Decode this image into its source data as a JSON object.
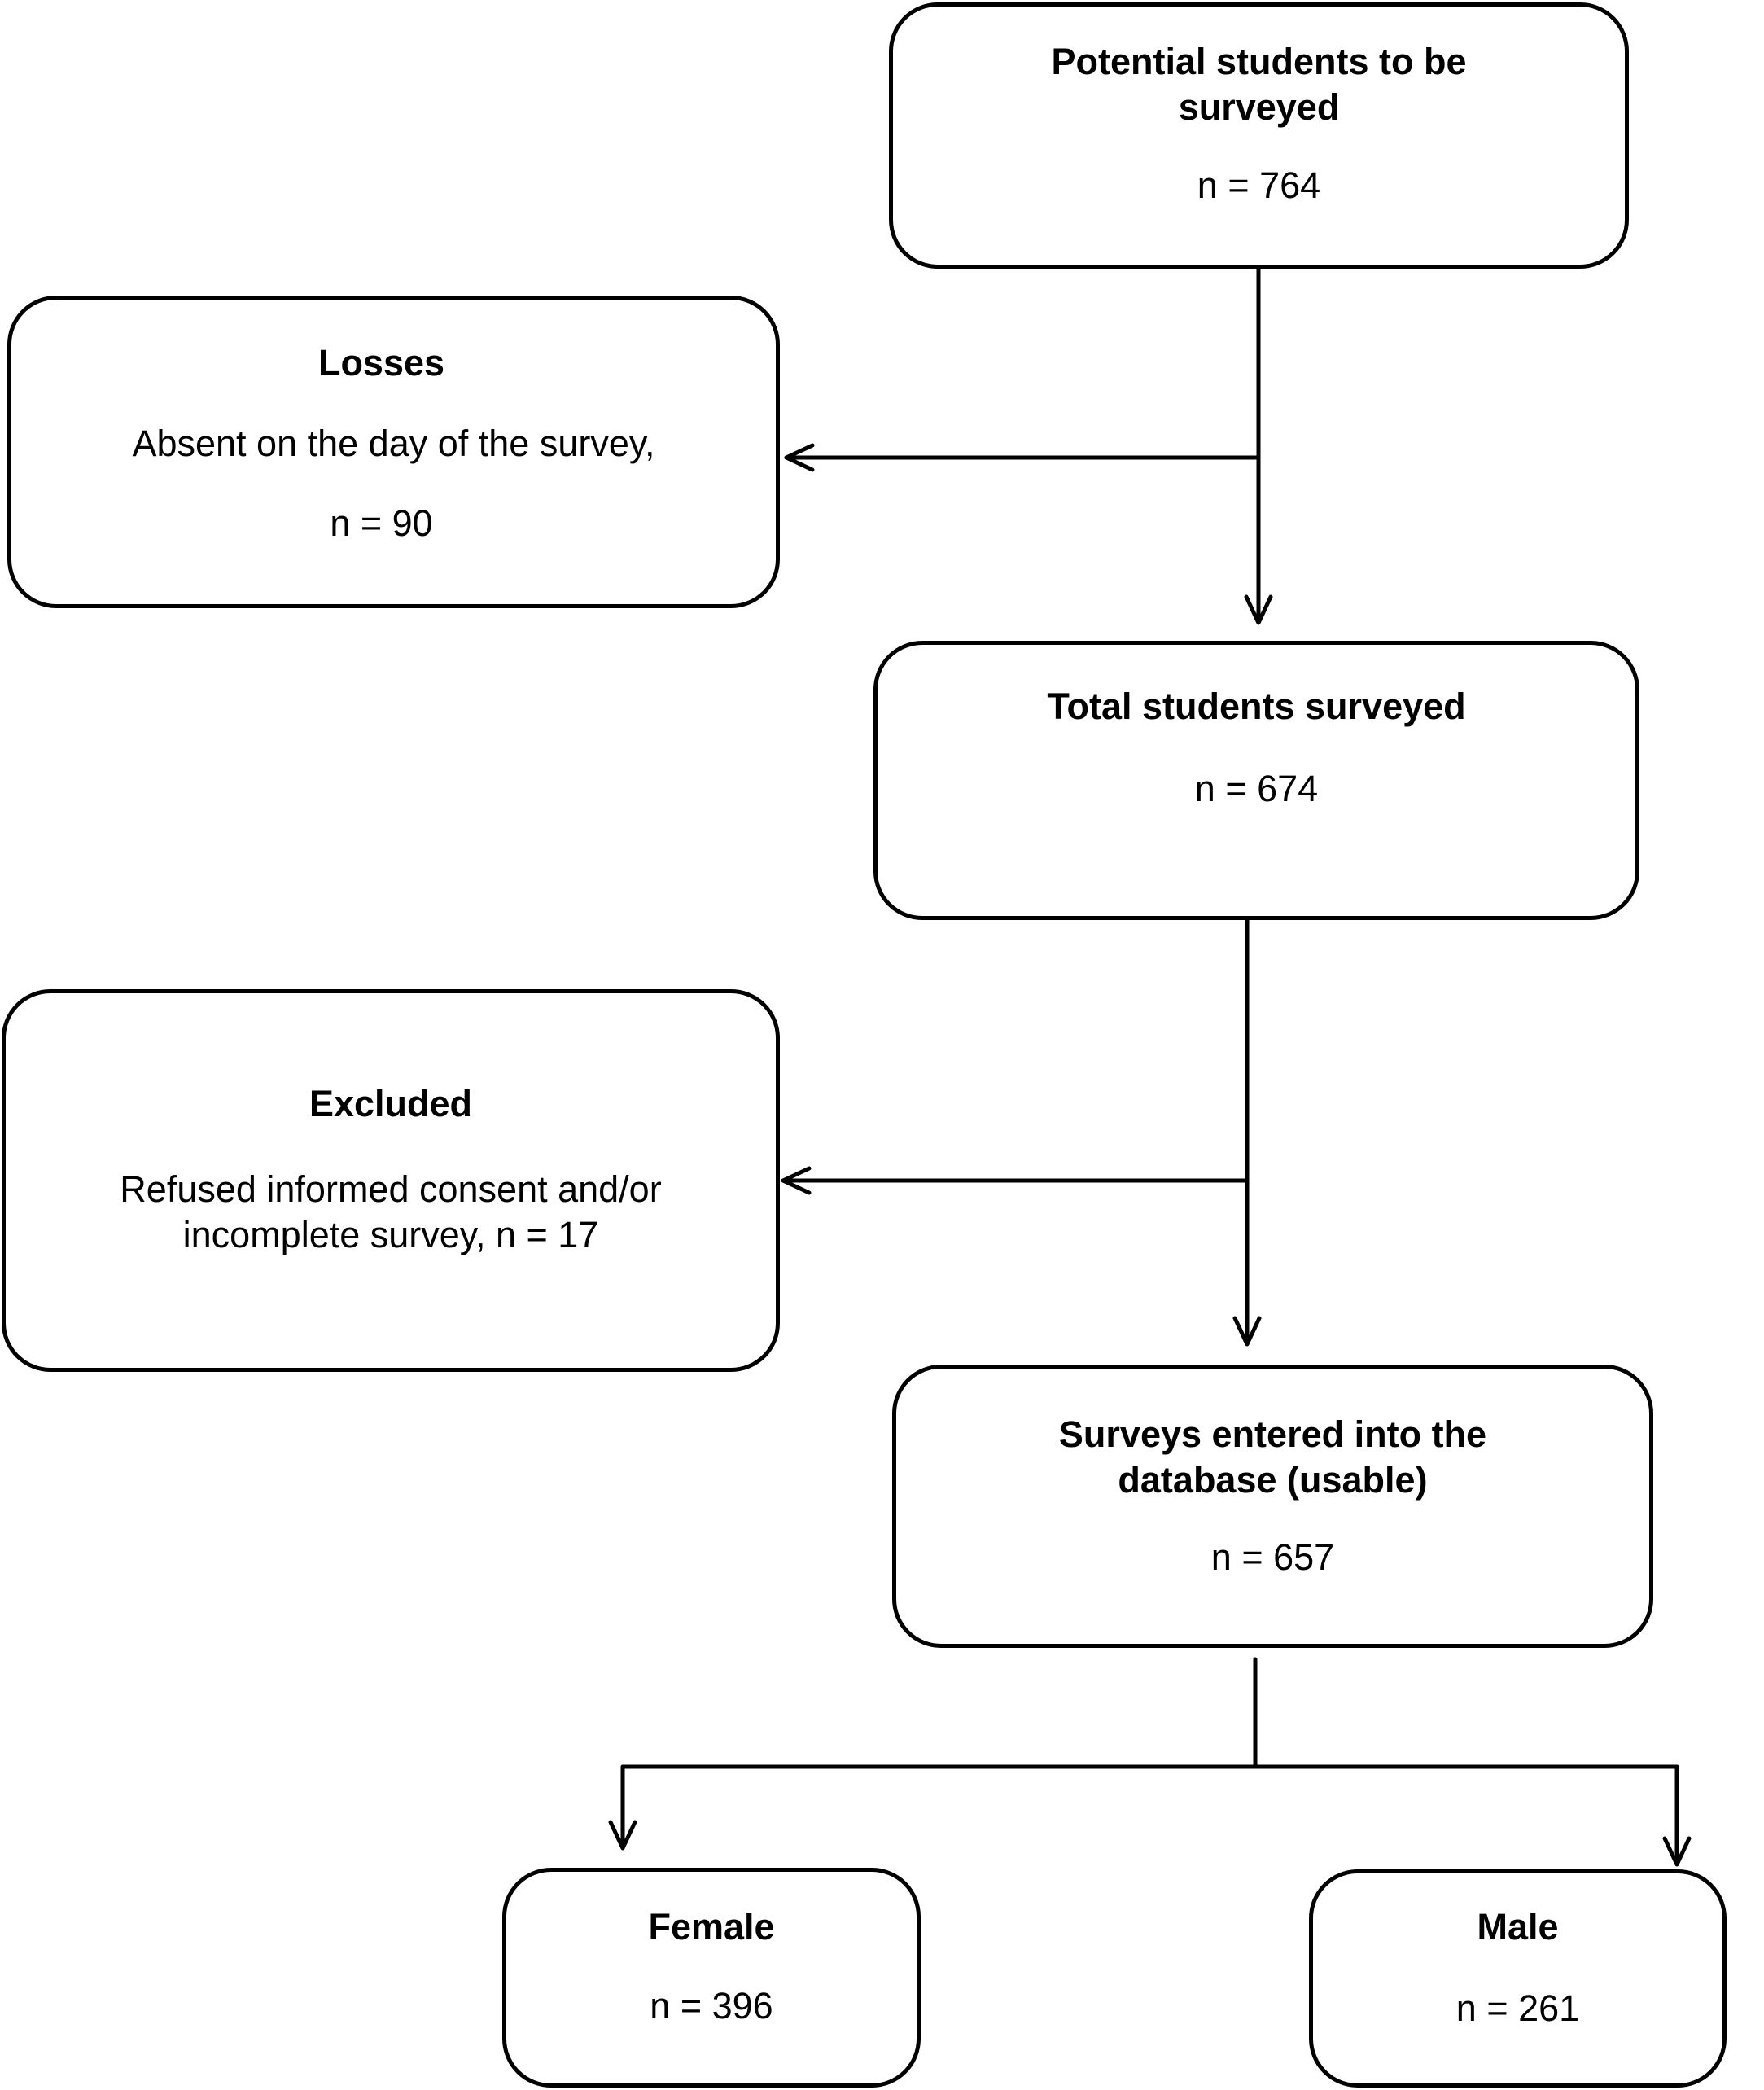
{
  "nodes": {
    "potential": {
      "title_1": "Potential students to be",
      "title_2": "surveyed",
      "count": "n = 764"
    },
    "losses": {
      "title": "Losses",
      "reason": "Absent on the day of the survey,",
      "count": "n = 90"
    },
    "surveyed": {
      "title": "Total students surveyed",
      "count": "n = 674"
    },
    "excluded": {
      "title": "Excluded",
      "reason_1": "Refused informed consent and/or",
      "reason_2": "incomplete survey, n = 17"
    },
    "usable": {
      "title_1": "Surveys entered into the",
      "title_2": "database (usable)",
      "count": "n = 657"
    },
    "female": {
      "title": "Female",
      "count": "n = 396"
    },
    "male": {
      "title": "Male",
      "count": "n = 261"
    }
  },
  "edges": [
    {
      "from": "potential",
      "to": "losses"
    },
    {
      "from": "potential",
      "to": "surveyed"
    },
    {
      "from": "surveyed",
      "to": "excluded"
    },
    {
      "from": "surveyed",
      "to": "usable"
    },
    {
      "from": "usable",
      "to": "female"
    },
    {
      "from": "usable",
      "to": "male"
    }
  ]
}
